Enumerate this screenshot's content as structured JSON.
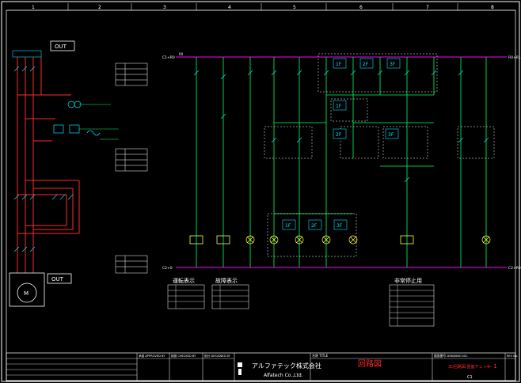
{
  "frame": {
    "column_numbers": [
      "1",
      "2",
      "3",
      "4",
      "5",
      "6",
      "7",
      "8"
    ]
  },
  "supply": {
    "left_top_label": "C1+R0",
    "left_bottom_label": "C2+0",
    "right_top_label": "R0+R1",
    "right_bottom_label": "C2+R0",
    "top_bus_tag": "R0"
  },
  "power_section": {
    "out_top_label": "OUT",
    "out_bottom_label": "OUT",
    "motor_label": "M"
  },
  "relays": {
    "r1": "1F",
    "r2": "2F",
    "r3": "3F"
  },
  "tables": {
    "left_title": "運転表示",
    "center_title": "故障表示",
    "right_title": "非常停止用"
  },
  "title_block": {
    "approved_label": "承認 APPROVED BY",
    "checked_label": "検図 CHECKED BY",
    "designed_label": "設計 DESIGNED BY",
    "company_name": "アルファテック株式会社",
    "company_name_en": "Alfatech Co.,Ltd.",
    "title_label": "名称 TITLE",
    "title_value": "回路図",
    "drawing_no_label": "図面番号 DRAWING NO.",
    "drawing_no_value": "3D回路図 盤面チェック",
    "drawing_no_suffix": "— 1",
    "sheet_label": "C1",
    "rev_label": "REV No."
  },
  "colors": {
    "frame": "#ffffff",
    "bus": "#ff00ff",
    "wire": "#00ff66",
    "power": "#ff2a2a",
    "device": "#00e5ff",
    "coil": "#ffff33",
    "text": "#ffffff"
  }
}
